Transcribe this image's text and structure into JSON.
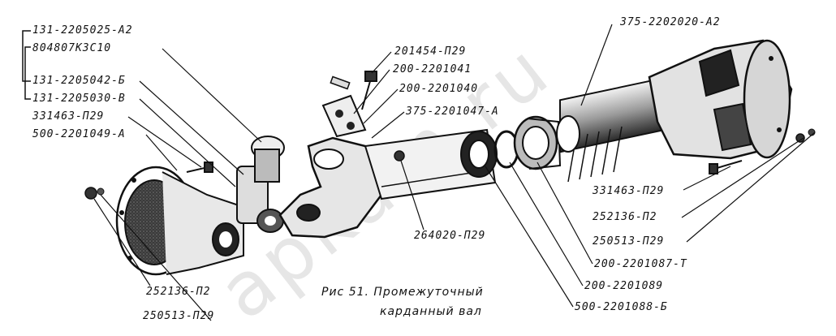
{
  "figure": {
    "caption_line1": "Рис 51. Промежуточный",
    "caption_line2": "карданный вал",
    "watermark": "apkam.ru"
  },
  "labels": {
    "l1": "131-2205025-А2",
    "l2": "804807К3С10",
    "l3": "131-2205042-Б",
    "l4": "131-2205030-В",
    "l5": "331463-П29",
    "l6": "500-2201049-А",
    "l7": "201454-П29",
    "l8": "200-2201041",
    "l9": "200-2201040",
    "l10": "375-2201047-А",
    "l11": "375-2202020-А2",
    "l12": "331463-П29",
    "l13": "252136-П2",
    "l14": "250513-П29",
    "l15": "200-2201087-Т",
    "l16": "200-2201089",
    "l17": "500-2201088-Б",
    "l18": "264020-П29",
    "l19": "252136-П2",
    "l20": "250513-П29"
  }
}
